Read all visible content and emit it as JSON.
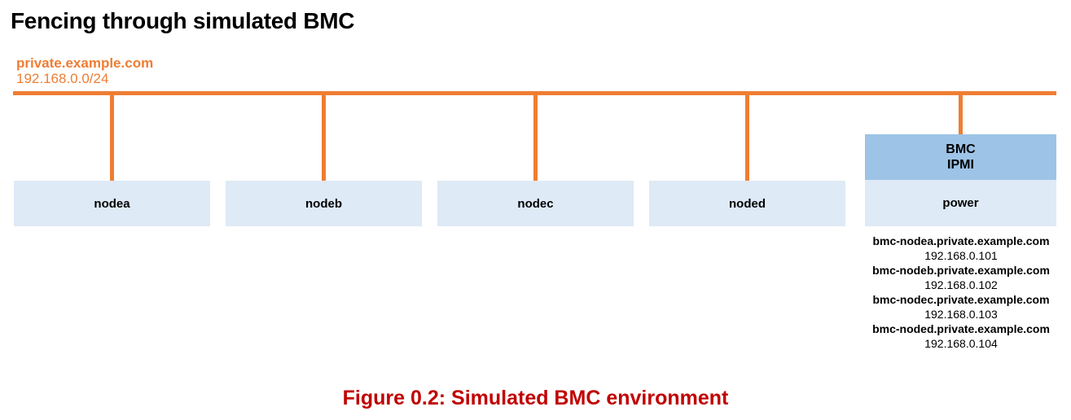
{
  "title": "Fencing through simulated BMC",
  "network": {
    "domain": "private.example.com",
    "cidr": "192.168.0.0/24"
  },
  "nodes": [
    {
      "label": "nodea"
    },
    {
      "label": "nodeb"
    },
    {
      "label": "nodec"
    },
    {
      "label": "noded"
    }
  ],
  "bmc": {
    "title": "BMC",
    "subtitle": "IPMI",
    "power_label": "power",
    "hosts": [
      {
        "hostname": "bmc-nodea.private.example.com",
        "ip": "192.168.0.101"
      },
      {
        "hostname": "bmc-nodeb.private.example.com",
        "ip": "192.168.0.102"
      },
      {
        "hostname": "bmc-nodec.private.example.com",
        "ip": "192.168.0.103"
      },
      {
        "hostname": "bmc-noded.private.example.com",
        "ip": "192.168.0.104"
      }
    ]
  },
  "caption": "Figure 0.2: Simulated BMC environment",
  "colors": {
    "accent_orange": "#EF7D33",
    "node_fill": "#DEEAF6",
    "bmc_header_fill": "#9DC3E6",
    "caption_red": "#C00000",
    "text_black": "#000000"
  }
}
